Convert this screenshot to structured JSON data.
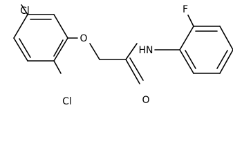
{
  "molecule": {
    "atoms": {
      "cl_top": "Cl",
      "cl_bottom": "Cl",
      "o_ether": "O",
      "o_carbonyl": "O",
      "nh": "HN",
      "f": "F"
    }
  }
}
